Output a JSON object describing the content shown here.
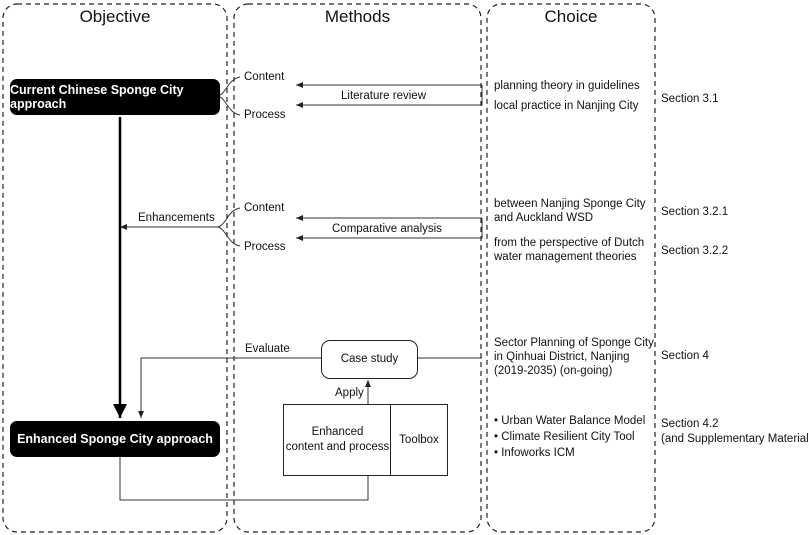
{
  "columns": {
    "objective": "Objective",
    "methods": "Methods",
    "choice": "Choice"
  },
  "objective": {
    "current": "Current Chinese Sponge City approach",
    "enhanced": "Enhanced Sponge City approach",
    "enhancements": "Enhancements",
    "evaluate": "Evaluate"
  },
  "methods": {
    "content1": "Content",
    "process1": "Process",
    "literature_review": "Literature review",
    "content2": "Content",
    "process2": "Process",
    "comparative_analysis": "Comparative analysis",
    "case_study": "Case study",
    "apply": "Apply",
    "enhanced_content": "Enhanced\ncontent and process",
    "toolbox": "Toolbox"
  },
  "choice": {
    "planning_theory": "planning theory in guidelines",
    "local_practice": "local practice in Nanjing City",
    "between_nanjing": "between Nanjing Sponge City\nand Auckland WSD",
    "dutch_theories": "from the perspective of Dutch\nwater management theories",
    "sector_planning": "Sector Planning of Sponge City\nin Qinhuai District, Nanjing\n(2019-2035) (on-going)",
    "tools": [
      "• Urban Water Balance Model",
      "• Climate Resilient City Tool",
      "• Infoworks ICM"
    ]
  },
  "sections": {
    "s31": "Section 3.1",
    "s321": "Section 3.2.1",
    "s322": "Section 3.2.2",
    "s4": "Section 4",
    "s42": "Section 4.2",
    "s42_note": "(and Supplementary Material)"
  }
}
